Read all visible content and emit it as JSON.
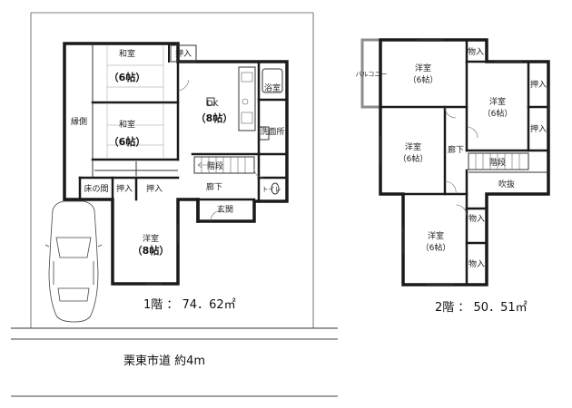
{
  "floor1": {
    "rooms": {
      "washitsu_top_name": "和室",
      "washitsu_top_size": "（6帖）",
      "washitsu_mid_name": "和室",
      "washitsu_mid_size": "（6帖）",
      "engawa": "縁側",
      "dk_name": "DK",
      "dk_size": "（8帖）",
      "yokushitsu": "浴室",
      "senmenjo": "洗面所",
      "toilet": "トイレ",
      "kaidan": "階段",
      "roka": "廊下",
      "genkan": "玄関",
      "tokonoma": "床の間",
      "oshiire_top": "押入",
      "oshiire_a": "押入",
      "oshiire_b": "押入",
      "yoshitsu_name": "洋室",
      "yoshitsu_size": "（8帖）"
    },
    "area_label": "1階 ： 74．62㎡"
  },
  "floor2": {
    "rooms": {
      "balcony": "バルコニー",
      "yoshitsu_a_name": "洋室",
      "yoshitsu_a_size": "（6帖）",
      "monoire_top": "物入",
      "yoshitsu_b_name": "洋室",
      "yoshitsu_b_size": "（6帖）",
      "oshiire_1": "押入",
      "oshiire_2": "押入",
      "yoshitsu_c_name": "洋室",
      "yoshitsu_c_size": "（6帖）",
      "roka": "廊下",
      "kaidan": "階段",
      "fukinuke": "吹抜",
      "yoshitsu_d_name": "洋室",
      "yoshitsu_d_size": "（6帖）",
      "monoire_1": "物入",
      "monoire_2": "物入"
    },
    "area_label": "2階 ： 50．51㎡"
  },
  "road_label": "栗東市道 約4m",
  "colors": {
    "wall": "#1a1a1a",
    "balcony": "#8c8c8c",
    "tatami_line": "#999999"
  }
}
